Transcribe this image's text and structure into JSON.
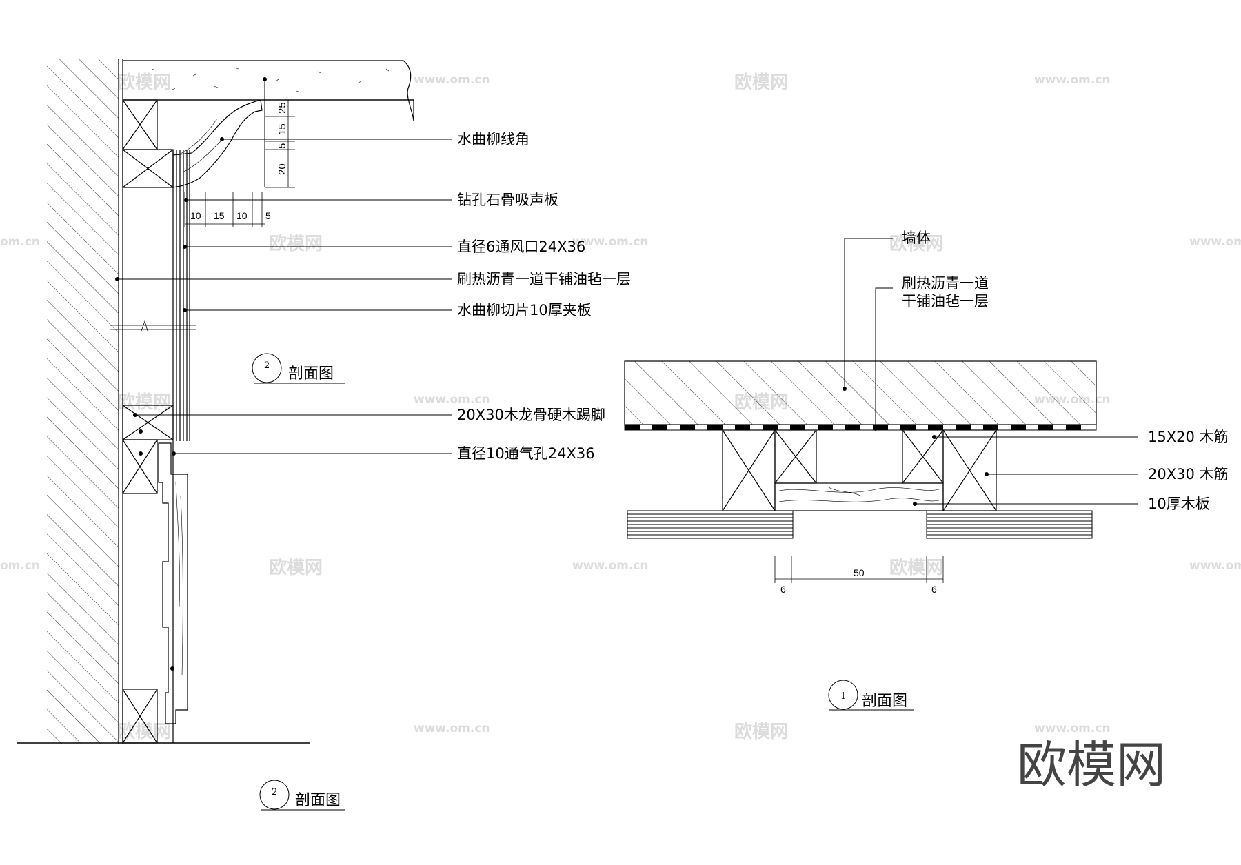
{
  "drawing_left": {
    "labels": {
      "l1": "水曲柳线角",
      "l2": "钻孔石骨吸声板",
      "l3": "直径6通风口24X36",
      "l4": "刷热沥青一道干铺油毡一层",
      "l5": "水曲柳切片10厚夹板",
      "l6": "20X30木龙骨硬木踢脚",
      "l7": "直径10通气孔24X36"
    },
    "dims_vertical": {
      "d1": "25",
      "d2": "15",
      "d3": "5",
      "d4": "20"
    },
    "dims_horizontal": {
      "d1": "10",
      "d2": "15",
      "d3": "10",
      "d4": "5"
    },
    "title_inner": {
      "number": "2",
      "text": "剖面图"
    },
    "title_outer": {
      "number": "2",
      "text": "剖面图"
    }
  },
  "drawing_right": {
    "labels": {
      "wall": "墙体",
      "membrane_1": "刷热沥青一道",
      "membrane_2": "干铺油毡一层",
      "batten_small": "15X20 木筋",
      "batten_large": "20X30 木筋",
      "board": "10厚木板"
    },
    "dims": {
      "left": "6",
      "middle": "50",
      "right": "6"
    },
    "title": {
      "number": "1",
      "text": "剖面图"
    }
  },
  "watermarks": {
    "brand": "欧模网",
    "url": "www.om.cn",
    "url_partial": "om.cn",
    "logo": "欧模网"
  },
  "colors": {
    "line": "#000000",
    "watermark": "#dcdcdc",
    "logo": "#444444"
  }
}
